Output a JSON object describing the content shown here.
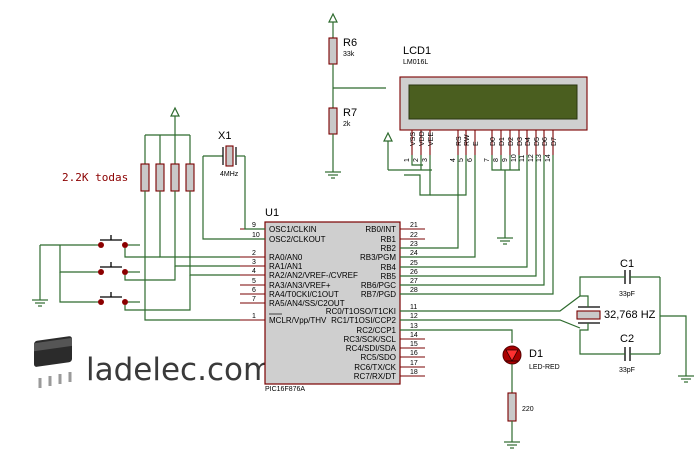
{
  "colors": {
    "wire": "#2e6b2e",
    "component_outline": "#7a0000",
    "component_fill": "#c9c9c9",
    "lcd_screen": "#4a5e1f",
    "led": "#cc0000",
    "label_red": "#8b0000"
  },
  "logo": {
    "text": "ladelec.com",
    "icon": "dip-chip-icon"
  },
  "annotations": {
    "resistor_note": "2.2K todas"
  },
  "u1": {
    "ref": "U1",
    "part": "PIC16F876A",
    "left_pins": [
      {
        "num": "9",
        "name": "OSC1/CLKIN"
      },
      {
        "num": "10",
        "name": "OSC2/CLKOUT"
      },
      {
        "num": "2",
        "name": "RA0/AN0"
      },
      {
        "num": "3",
        "name": "RA1/AN1"
      },
      {
        "num": "4",
        "name": "RA2/AN2/VREF-/CVREF"
      },
      {
        "num": "5",
        "name": "RA3/AN3/VREF+"
      },
      {
        "num": "6",
        "name": "RA4/T0CKI/C1OUT"
      },
      {
        "num": "7",
        "name": "RA5/AN4/SS/C2OUT"
      },
      {
        "num": "1",
        "name": "MCLR/Vpp/THV"
      }
    ],
    "right_pins": [
      {
        "num": "21",
        "name": "RB0/INT"
      },
      {
        "num": "22",
        "name": "RB1"
      },
      {
        "num": "23",
        "name": "RB2"
      },
      {
        "num": "24",
        "name": "RB3/PGM"
      },
      {
        "num": "25",
        "name": "RB4"
      },
      {
        "num": "26",
        "name": "RB5"
      },
      {
        "num": "27",
        "name": "RB6/PGC"
      },
      {
        "num": "28",
        "name": "RB7/PGD"
      },
      {
        "num": "11",
        "name": "RC0/T1OSO/T1CKI"
      },
      {
        "num": "12",
        "name": "RC1/T1OSI/CCP2"
      },
      {
        "num": "13",
        "name": "RC2/CCP1"
      },
      {
        "num": "14",
        "name": "RC3/SCK/SCL"
      },
      {
        "num": "15",
        "name": "RC4/SDI/SDA"
      },
      {
        "num": "16",
        "name": "RC5/SDO"
      },
      {
        "num": "17",
        "name": "RC6/TX/CK"
      },
      {
        "num": "18",
        "name": "RC7/RX/DT"
      }
    ]
  },
  "lcd": {
    "ref": "LCD1",
    "part": "LM016L",
    "pins": [
      {
        "name": "VSS",
        "num": "1"
      },
      {
        "name": "VDD",
        "num": "2"
      },
      {
        "name": "VEE",
        "num": "3"
      },
      {
        "name": "RS",
        "num": "4"
      },
      {
        "name": "RW",
        "num": "5"
      },
      {
        "name": "E",
        "num": "6"
      },
      {
        "name": "D0",
        "num": "7"
      },
      {
        "name": "D1",
        "num": "8"
      },
      {
        "name": "D2",
        "num": "9"
      },
      {
        "name": "D3",
        "num": "10"
      },
      {
        "name": "D4",
        "num": "11"
      },
      {
        "name": "D5",
        "num": "12"
      },
      {
        "name": "D6",
        "num": "13"
      },
      {
        "name": "D7",
        "num": "14"
      }
    ]
  },
  "components": {
    "r6": {
      "ref": "R6",
      "value": "33k"
    },
    "r7": {
      "ref": "R7",
      "value": "2k"
    },
    "x1": {
      "ref": "X1",
      "value": "4MHz"
    },
    "c1": {
      "ref": "C1",
      "value": "33pF"
    },
    "c2": {
      "ref": "C2",
      "value": "33pF"
    },
    "crystal2": {
      "value": "32,768 HZ"
    },
    "d1": {
      "ref": "D1",
      "value": "LED-RED"
    },
    "r_led": {
      "value": "220"
    }
  }
}
